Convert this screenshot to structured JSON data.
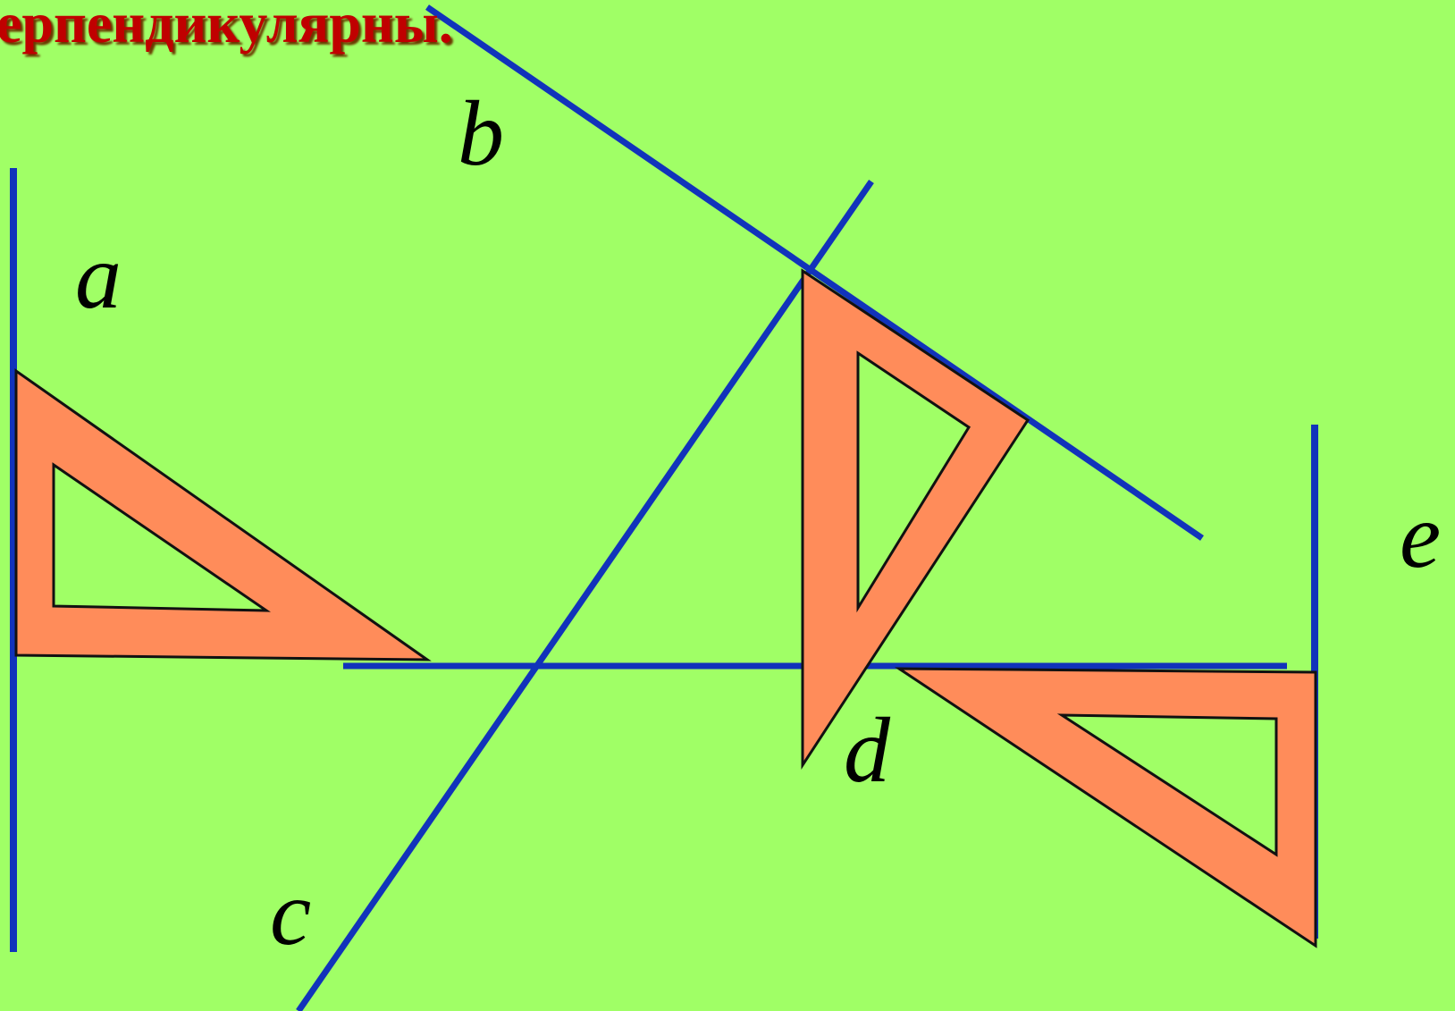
{
  "title": "ерпендикулярны.",
  "labels": {
    "a": "a",
    "b": "b",
    "c": "c",
    "d": "d",
    "e": "e"
  },
  "colors": {
    "background": "#a0ff66",
    "line": "#1133bb",
    "triangle_fill": "#ff8c5a",
    "title": "#c00000"
  }
}
